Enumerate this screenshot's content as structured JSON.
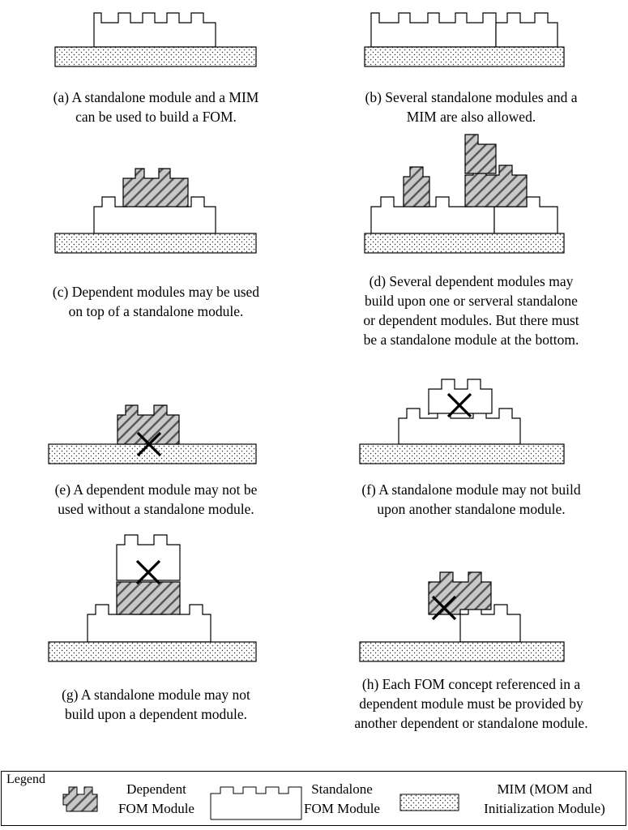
{
  "captions": {
    "a": "(a) A standalone module and a MIM\ncan be used to build a FOM.",
    "b": "(b) Several standalone modules and a\nMIM are also allowed.",
    "c": "(c) Dependent modules may be used\non top of a standalone module.",
    "d": "(d) Several dependent modules may\nbuild upon one or serveral standalone\nor dependent modules. But there must\nbe a standalone module at the bottom.",
    "e": "(e) A dependent module may not be\nused without a standalone module.",
    "f": "(f) A standalone module may not build\nupon another standalone module.",
    "g": "(g) A standalone module may not\nbuild upon a dependent module.",
    "h": "(h) Each FOM concept referenced in a\ndependent module must be provided by\nanother dependent or standalone module."
  },
  "legend": {
    "title": "Legend",
    "dependent": "Dependent\nFOM Module",
    "standalone": "Standalone\nFOM Module",
    "mim": "MIM (MOM and\nInitialization Module)"
  }
}
